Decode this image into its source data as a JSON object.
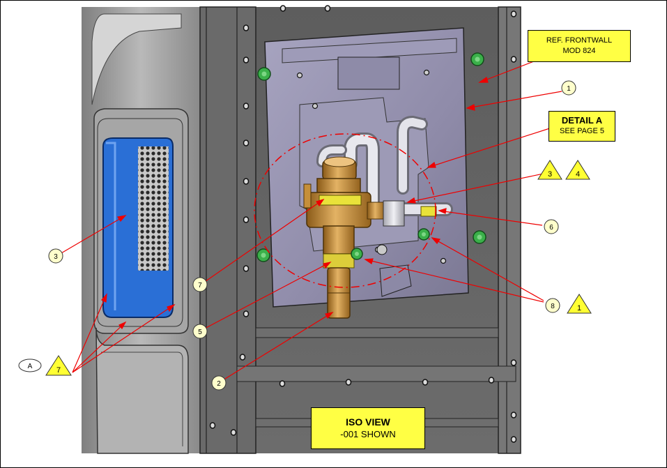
{
  "ref_note": {
    "line1": "REF. FRONTWALL",
    "line2": "MOD 824"
  },
  "detail_note": {
    "line1": "DETAIL A",
    "line2": "SEE PAGE 5"
  },
  "iso_note": {
    "line1": "ISO VIEW",
    "line2": "-001 SHOWN"
  },
  "callouts": {
    "c1_top": "1",
    "c3_left": "3",
    "c7_mid": "7",
    "c5": "5",
    "c2": "2",
    "c6": "6",
    "c8": "8",
    "cA": "A"
  },
  "flags": {
    "f3": "3",
    "f4": "4",
    "f1": "1",
    "f7": "7"
  },
  "colors": {
    "callout_fill": "#ffffcc",
    "flag_fill": "#ffff33",
    "leader": "#ee0000",
    "note_fill": "#ffff44",
    "blue_insert": "#2a6fd6"
  }
}
